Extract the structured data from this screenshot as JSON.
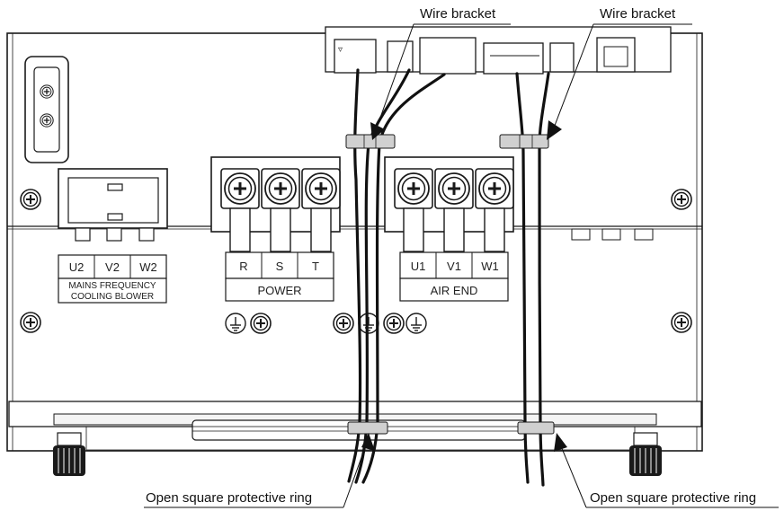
{
  "callouts": {
    "bracket_left": "Wire bracket",
    "bracket_right": "Wire bracket",
    "ring_left": "Open square protective ring",
    "ring_right": "Open square protective ring"
  },
  "terminals": {
    "blower": {
      "labels": [
        "U2",
        "V2",
        "W2"
      ],
      "caption_line1": "MAINS FREQUENCY",
      "caption_line2": "COOLING BLOWER"
    },
    "power": {
      "labels": [
        "R",
        "S",
        "T"
      ],
      "caption": "POWER"
    },
    "airend": {
      "labels": [
        "U1",
        "V1",
        "W1"
      ],
      "caption": "AIR END"
    }
  },
  "symbols": {
    "connector_marker": "▿"
  },
  "colors": {
    "line": "#1a1a1a",
    "panel": "#ffffff",
    "plate": "#f4f4f4",
    "accent_dark": "#111111"
  }
}
